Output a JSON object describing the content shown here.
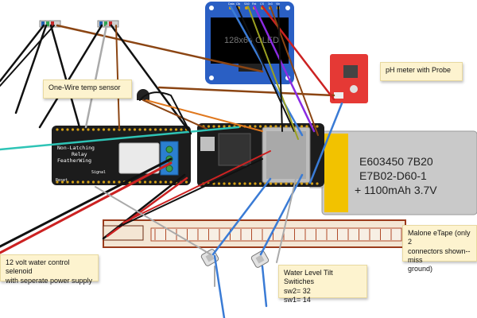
{
  "notes": {
    "temp_sensor": "One-Wire temp sensor",
    "ph_meter": "pH meter with Probe",
    "selenoid": "12 volt water control selenoid\nwith seperate power supply",
    "tilt_title": "Water Level Tilt Switiches",
    "tilt_sw2": "sw2= 32",
    "tilt_sw1": "sw1= 14",
    "etape": "Malone eTape (only 2\nconnectors shown--miss\nground)"
  },
  "oled": {
    "label": "128x64 OLED",
    "pins": [
      "Data",
      "Clk",
      "SA0",
      "Rst",
      "CS",
      "3v3",
      "Vin"
    ]
  },
  "battery": {
    "line1": "E603450 7B20",
    "line2": "E7B02-D60-1",
    "line3": "+ 1100mAh 3.7V"
  },
  "featherwing": {
    "line1": "Non-Latching",
    "line2": "Relay",
    "line3": "FeatherWing",
    "signal": "Signal",
    "reset": "Reset"
  },
  "colors": {
    "note_bg": "#fdf3cf",
    "pcb": "#1c1c1c",
    "oled_board": "#2a5fc4",
    "ph_board": "#e53935",
    "battery": "#c8c8c8",
    "battery_stripe": "#f2c200",
    "wire_blue": "#3a7bd5",
    "wire_brown": "#8b4513",
    "wire_red": "#cc2222",
    "wire_purple": "#8a2be2",
    "wire_teal": "#2ec4b6",
    "wire_orange": "#e0781e",
    "wire_olive": "#9aa020",
    "wire_grey": "#aaaaaa"
  }
}
